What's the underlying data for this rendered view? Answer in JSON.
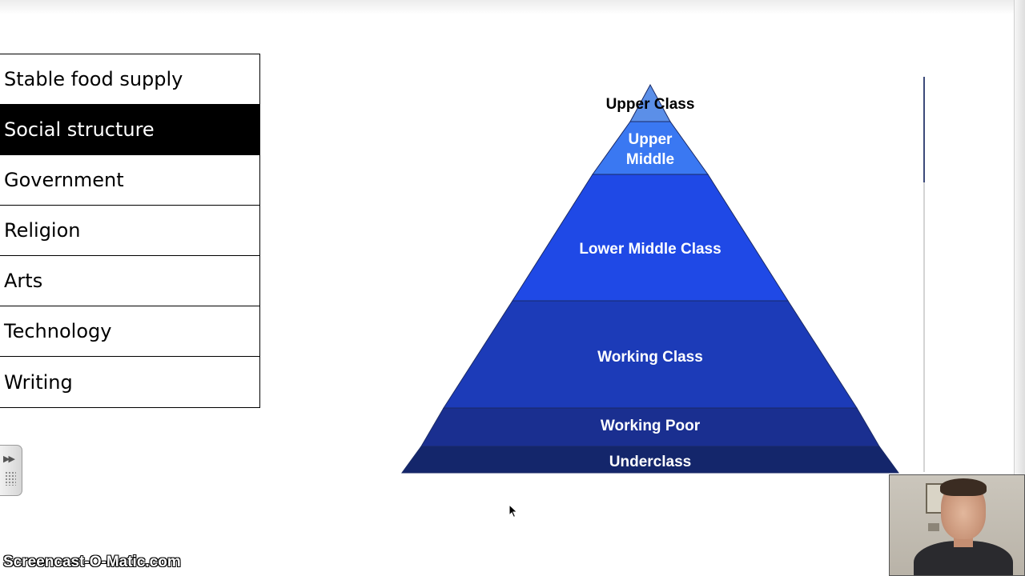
{
  "topics": [
    {
      "label": "Stable food supply",
      "active": false
    },
    {
      "label": "Social structure",
      "active": true
    },
    {
      "label": "Government",
      "active": false
    },
    {
      "label": "Religion",
      "active": false
    },
    {
      "label": "Arts",
      "active": false
    },
    {
      "label": "Technology",
      "active": false
    },
    {
      "label": "Writing",
      "active": false
    }
  ],
  "pyramid": {
    "levels": [
      {
        "label": "Upper Class",
        "color": "#5b8fe8"
      },
      {
        "label": "Upper Middle",
        "label_line1": "Upper",
        "label_line2": "Middle",
        "color": "#3a78f2"
      },
      {
        "label": "Lower Middle Class",
        "color": "#1f49e6"
      },
      {
        "label": "Working Class",
        "color": "#1c3bb8"
      },
      {
        "label": "Working Poor",
        "color": "#1a2f90"
      },
      {
        "label": "Underclass",
        "color": "#14266b"
      }
    ]
  },
  "watermark": "Screencast-O-Matic.com"
}
